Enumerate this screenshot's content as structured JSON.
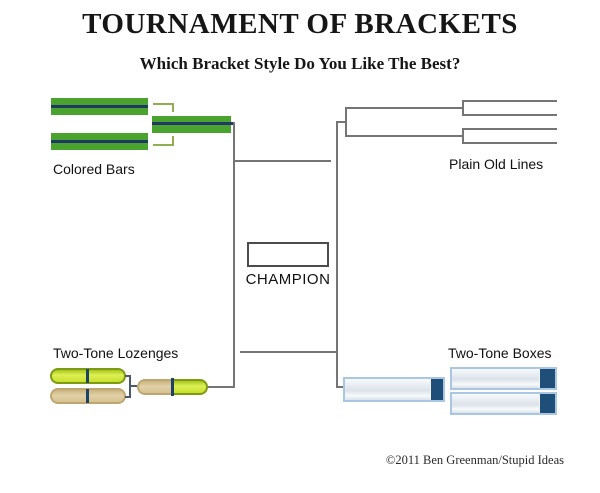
{
  "title": "TOURNAMENT OF BRACKETS",
  "subtitle": "Which Bracket Style Do You Like The Best?",
  "credit": "©2011 Ben Greenman/Stupid Ideas",
  "champion": {
    "label": "CHAMPION"
  },
  "styles": {
    "colored_bars": {
      "label": "Colored Bars"
    },
    "plain_old_lines": {
      "label": "Plain Old Lines"
    },
    "two_tone_lozenges": {
      "label": "Two-Tone Lozenges"
    },
    "two_tone_boxes": {
      "label": "Two-Tone Boxes"
    }
  },
  "colors": {
    "text_black": "#161616",
    "line_gray": "#757575",
    "champion_border": "#4c4c4c",
    "bar_green": "#4aa32f",
    "bar_navy": "#1f3864",
    "connector_green": "#8faf52",
    "chartreuse": "#c9e02e",
    "chartreuse_light": "#dbf055",
    "chartreuse_dark": "#a8c41e",
    "chartreuse_border": "#7d9b11",
    "tan": "#d5c291",
    "tan_light": "#e2d1a8",
    "tan_dark": "#c9b47e",
    "tan_border": "#bfa671",
    "divider_navy": "#1e4166",
    "connector_slate": "#4a5a6e",
    "box_fill_top": "#f7fafc",
    "box_fill_bottom": "#dbe2e9",
    "box_border": "#a9c7e3",
    "box_dark": "#1f4e79"
  }
}
